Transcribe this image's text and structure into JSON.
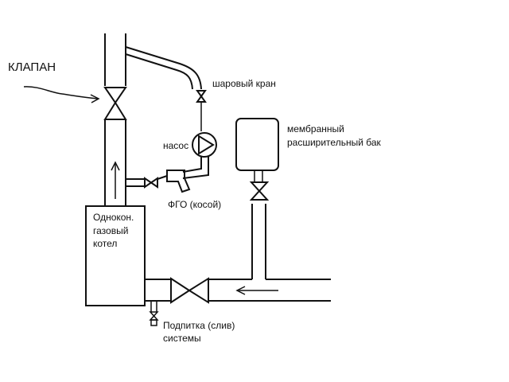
{
  "labels": {
    "valve": "КЛАПАН",
    "ball_valve": "шаровый кран",
    "pump": "насос",
    "tank_line1": "мембранный",
    "tank_line2": "расширительный бак",
    "filter": "ФГО (косой)",
    "boiler_line1": "Однокон.",
    "boiler_line2": "газовый",
    "boiler_line3": "котел",
    "makeup_line1": "Подпитка (слив)",
    "makeup_line2": "системы"
  },
  "colors": {
    "stroke": "#111111",
    "background": "#ffffff"
  }
}
